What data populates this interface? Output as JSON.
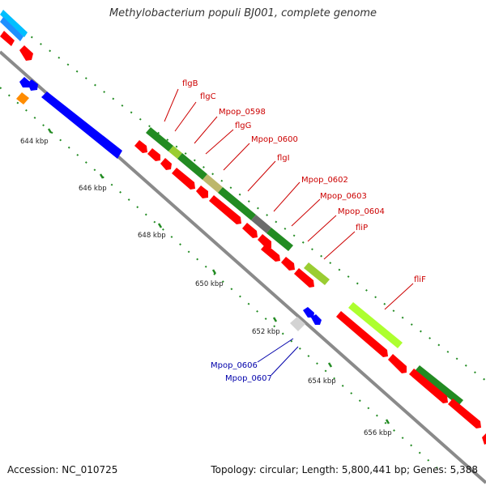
{
  "title": "Methylobacterium populi BJ001, complete genome",
  "footer": {
    "accession": "Accession: NC_010725",
    "summary": "Topology: circular; Length: 5,800,441 bp; Genes: 5,388"
  },
  "colors": {
    "backbone": "#8a8a8a",
    "cds": "#ff0000",
    "gene": "#228b22",
    "gene_light": "#adff2f",
    "blue_gene": "#0000ff",
    "orange_feature": "#ff8c00",
    "label_red": "#cc0000",
    "label_blue": "#0000aa",
    "tick": "#228b22"
  },
  "scale": {
    "unit": "kbp",
    "labels": [
      "644 kbp",
      "646 kbp",
      "648 kbp",
      "650 kbp",
      "652 kbp",
      "654 kbp",
      "656 kbp"
    ]
  },
  "gene_labels_forward": [
    "flgB",
    "flgC",
    "Mpop_0598",
    "flgG",
    "Mpop_0600",
    "flgI",
    "Mpop_0602",
    "Mpop_0603",
    "Mpop_0604",
    "fliP",
    "fliF"
  ],
  "gene_labels_reverse": [
    "Mpop_0606",
    "Mpop_0607"
  ]
}
